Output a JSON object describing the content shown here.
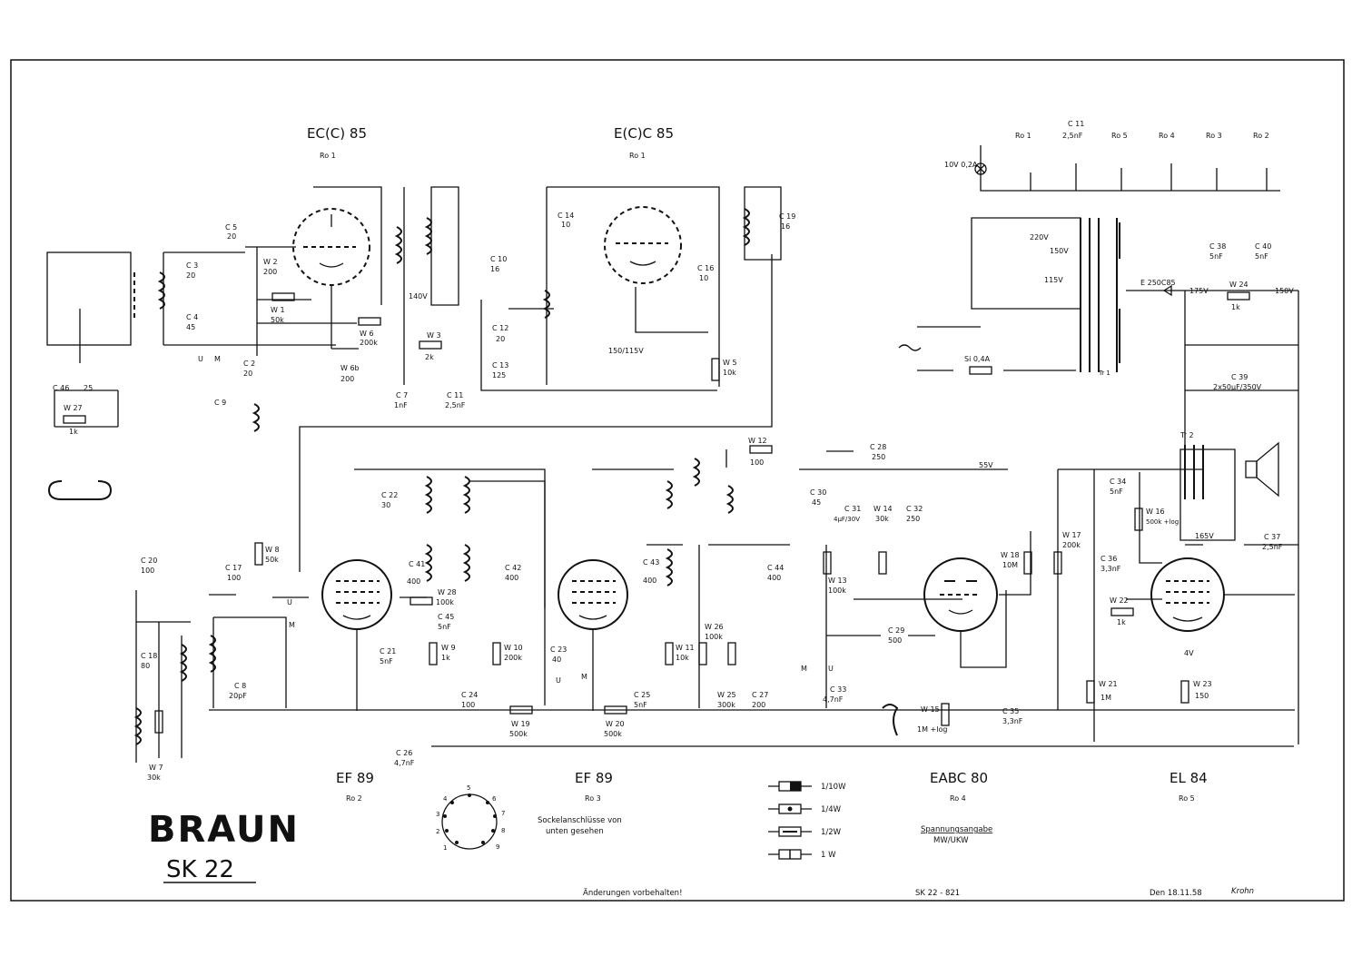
{
  "brand": {
    "logo": "BRAUN",
    "model": "SK 22"
  },
  "tubes": [
    {
      "id": "ecc85-a",
      "type": "EC(C) 85",
      "socket": "Ro 1"
    },
    {
      "id": "ecc85-b",
      "type": "E(C)C 85",
      "socket": "Ro 1"
    },
    {
      "id": "ef89-a",
      "type": "EF 89",
      "socket": "Ro 2"
    },
    {
      "id": "ef89-b",
      "type": "EF 89",
      "socket": "Ro 3"
    },
    {
      "id": "eabc80",
      "type": "EABC 80",
      "socket": "Ro 4"
    },
    {
      "id": "el84",
      "type": "EL 84",
      "socket": "Ro 5"
    }
  ],
  "capacitors": [
    {
      "ref": "C 5",
      "value": "20"
    },
    {
      "ref": "C 3",
      "value": "20"
    },
    {
      "ref": "C 4",
      "value": "45"
    },
    {
      "ref": "C 2",
      "value": "20"
    },
    {
      "ref": "C 9",
      "value": ""
    },
    {
      "ref": "C 7",
      "value": "1nF"
    },
    {
      "ref": "C 11",
      "value": "2,5nF"
    },
    {
      "ref": "C 14",
      "value": "10"
    },
    {
      "ref": "C 12",
      "value": "20"
    },
    {
      "ref": "C 13",
      "value": "125"
    },
    {
      "ref": "C 10",
      "value": "16"
    },
    {
      "ref": "C 16",
      "value": "10"
    },
    {
      "ref": "C 19",
      "value": "16"
    },
    {
      "ref": "C 46",
      "value": "25"
    },
    {
      "ref": "C 20",
      "value": "100"
    },
    {
      "ref": "C 17",
      "value": "100"
    },
    {
      "ref": "C 18",
      "value": "80"
    },
    {
      "ref": "C 8",
      "value": "20pF"
    },
    {
      "ref": "C 22",
      "value": "30"
    },
    {
      "ref": "C 41",
      "value": "400"
    },
    {
      "ref": "C 45",
      "value": "5nF"
    },
    {
      "ref": "C 21",
      "value": "5nF"
    },
    {
      "ref": "C 26",
      "value": "4,7nF"
    },
    {
      "ref": "C 42",
      "value": "400"
    },
    {
      "ref": "C 24",
      "value": "100"
    },
    {
      "ref": "C 23",
      "value": "40"
    },
    {
      "ref": "C 43",
      "value": "400"
    },
    {
      "ref": "C 25",
      "value": "5nF"
    },
    {
      "ref": "C 44",
      "value": "400"
    },
    {
      "ref": "C 27",
      "value": "200"
    },
    {
      "ref": "C 28",
      "value": "250"
    },
    {
      "ref": "C 30",
      "value": "45"
    },
    {
      "ref": "C 31",
      "value": "4µF/30V"
    },
    {
      "ref": "C 32",
      "value": "250"
    },
    {
      "ref": "C 29",
      "value": "500"
    },
    {
      "ref": "C 33",
      "value": "4,7nF"
    },
    {
      "ref": "C 35",
      "value": "3,3nF"
    },
    {
      "ref": "C 34",
      "value": "5nF"
    },
    {
      "ref": "C 36",
      "value": "3,3nF"
    },
    {
      "ref": "C 37",
      "value": "2,5nF"
    },
    {
      "ref": "C 38",
      "value": "5nF"
    },
    {
      "ref": "C 40",
      "value": "5nF"
    },
    {
      "ref": "C 39",
      "value": "2x50µF/350V"
    }
  ],
  "resistors": [
    {
      "ref": "W 2",
      "value": "200"
    },
    {
      "ref": "W 1",
      "value": "50k"
    },
    {
      "ref": "W 6",
      "value": "200k"
    },
    {
      "ref": "W 6b",
      "value": "200"
    },
    {
      "ref": "W 3",
      "value": "2k"
    },
    {
      "ref": "W 5",
      "value": "10k"
    },
    {
      "ref": "W 27",
      "value": "1k"
    },
    {
      "ref": "W 7",
      "value": "30k"
    },
    {
      "ref": "W 8",
      "value": "50k"
    },
    {
      "ref": "W 28",
      "value": "100k"
    },
    {
      "ref": "W 9",
      "value": "1k"
    },
    {
      "ref": "W 19",
      "value": "500k"
    },
    {
      "ref": "W 10",
      "value": "200k"
    },
    {
      "ref": "W 20",
      "value": "500k"
    },
    {
      "ref": "W 11",
      "value": "10k"
    },
    {
      "ref": "W 26",
      "value": "100k"
    },
    {
      "ref": "W 25",
      "value": "300k"
    },
    {
      "ref": "W 12",
      "value": "100"
    },
    {
      "ref": "W 13",
      "value": "100k"
    },
    {
      "ref": "W 14",
      "value": "30k"
    },
    {
      "ref": "W 18",
      "value": "10M"
    },
    {
      "ref": "W 15",
      "value": "1M +log"
    },
    {
      "ref": "W 17",
      "value": "200k"
    },
    {
      "ref": "W 16",
      "value": "500k +log"
    },
    {
      "ref": "W 22",
      "value": "1k"
    },
    {
      "ref": "W 21",
      "value": "1M"
    },
    {
      "ref": "W 23",
      "value": "150"
    },
    {
      "ref": "W 24",
      "value": "1k"
    }
  ],
  "power": {
    "lamp": "10V 0,2A",
    "taps": [
      "220V",
      "150V",
      "115V"
    ],
    "rectifier": "E 250C85",
    "fuse": "Si 0,4A",
    "transformer": "Tr 1",
    "output_transformer": "Tr 2",
    "voltages": [
      "175V",
      "150V",
      "140V",
      "150/115V",
      "55V",
      "165V",
      "4V"
    ],
    "heater_chain": [
      "Ro 1",
      "C 11",
      "Ro 5",
      "Ro 4",
      "Ro 3",
      "Ro 2"
    ],
    "heater_c11": "2,5nF"
  },
  "switch_labels": {
    "u": "U",
    "m": "M"
  },
  "legend": {
    "items": [
      {
        "label": "1/10W"
      },
      {
        "label": "1/4W"
      },
      {
        "label": "1/2W"
      },
      {
        "label": "1 W"
      }
    ]
  },
  "socket_note": {
    "pins": [
      "1",
      "2",
      "3",
      "4",
      "5",
      "6",
      "7",
      "8",
      "9"
    ],
    "text_line1": "Sockelanschlüsse von",
    "text_line2": "unten gesehen"
  },
  "voltage_note": {
    "line1": "Spannungsangabe",
    "line2": "MW/UKW"
  },
  "footer": {
    "changes": "Änderungen vorbehalten!",
    "drawing_no": "SK 22 - 821",
    "date": "Den 18.11.58",
    "signature": "Krohn"
  }
}
